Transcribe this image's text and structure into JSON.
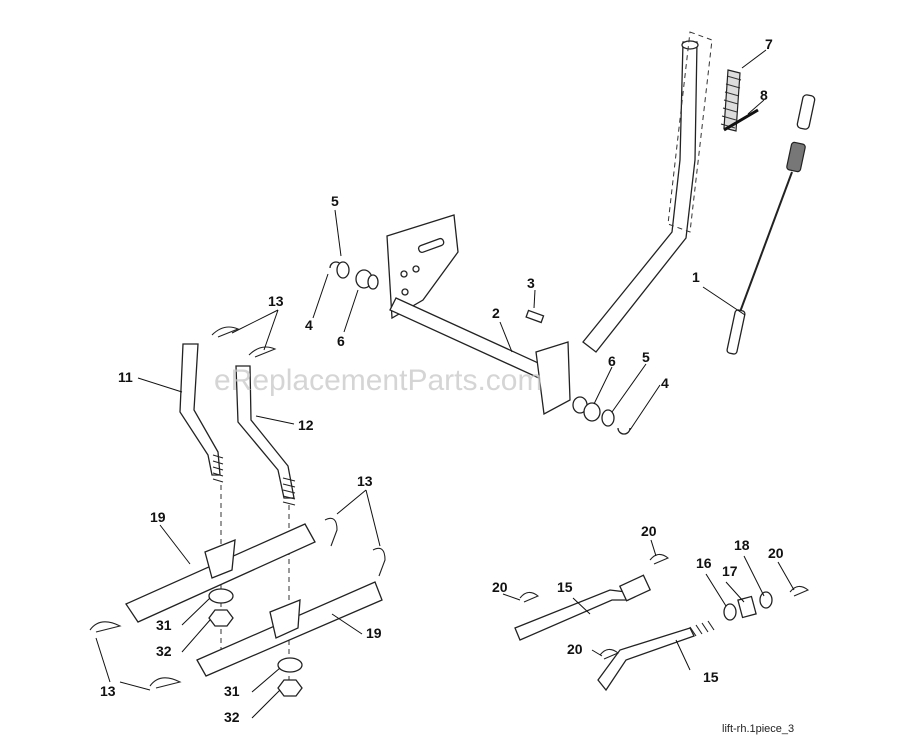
{
  "watermark": "eReplacementParts.com",
  "footer_label": "lift-rh.1piece_3",
  "callouts": {
    "c1": "1",
    "c2": "2",
    "c3": "3",
    "c4a": "4",
    "c4b": "4",
    "c5a": "5",
    "c5b": "5",
    "c6a": "6",
    "c6b": "6",
    "c7": "7",
    "c8": "8",
    "c11": "11",
    "c12": "12",
    "c13a": "13",
    "c13b": "13",
    "c13c": "13",
    "c15a": "15",
    "c15b": "15",
    "c16": "16",
    "c17": "17",
    "c18": "18",
    "c19a": "19",
    "c19b": "19",
    "c20a": "20",
    "c20b": "20",
    "c20c": "20",
    "c20d": "20",
    "c31a": "31",
    "c31b": "31",
    "c32a": "32",
    "c32b": "32"
  }
}
